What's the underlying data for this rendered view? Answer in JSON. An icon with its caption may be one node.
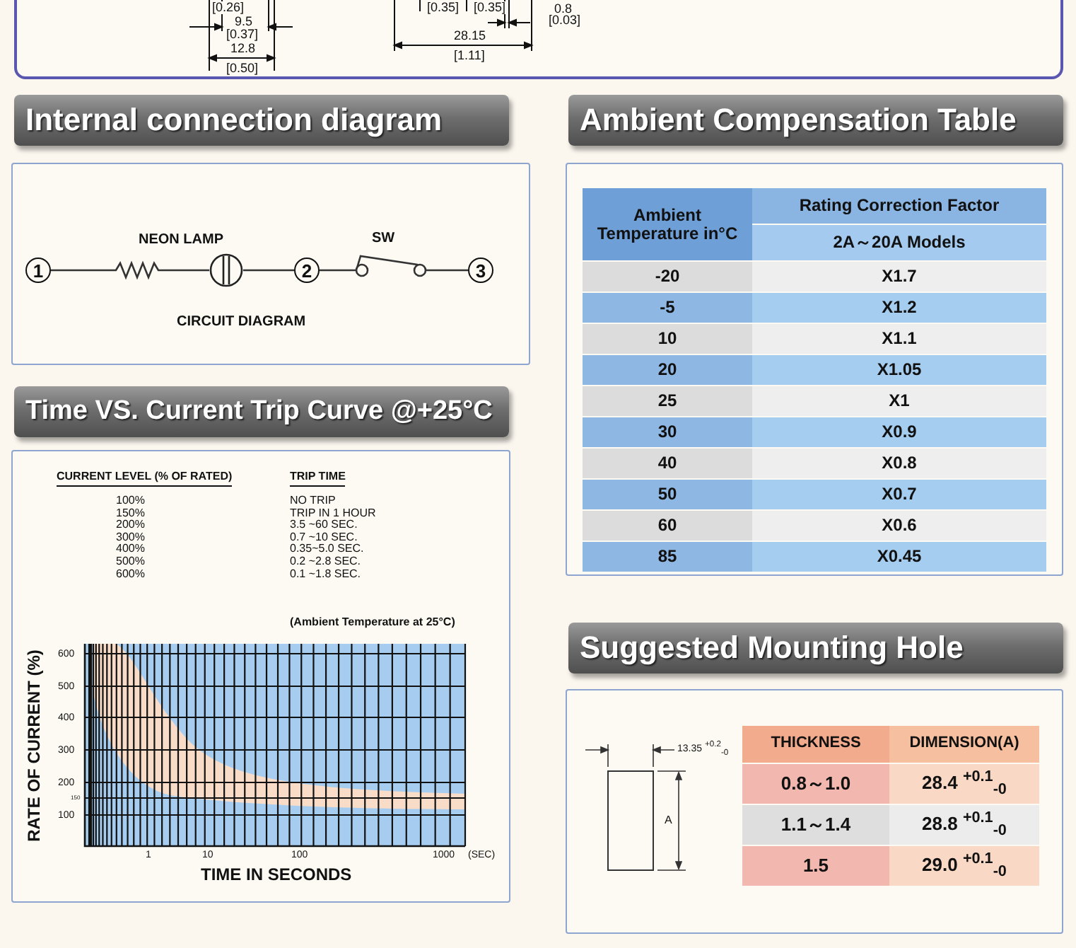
{
  "diagram": {
    "nodes": [
      {
        "text": [
          "1"
        ]
      },
      {
        "text": [],
        "shape": "circle",
        "beside": [
          "NEON LAMP"
        ]
      },
      {
        "text": [
          "2"
        ]
      },
      {
        "text": [
          "3"
        ]
      }
    ],
    "edges": [
      {
        "from": 0,
        "to": 1,
        "arrow": "none"
      },
      {
        "from": 1,
        "to": 2,
        "arrow": "none"
      },
      {
        "from": 2,
        "to": 3,
        "arrow": "none"
      }
    ],
    "labels": [
      "[0.26]",
      "9.5",
      "[0.37]",
      "12.8",
      "[0.50]",
      "[0.35]",
      "[0.35]",
      "0.8",
      "[0.03]",
      "28.15",
      "[1.11]",
      "Internal connection diagram",
      "Ambient Compensation Table",
      "SW",
      "CIRCUIT DIAGRAM",
      "Time VS. Current Trip Curve @+25°C",
      "CURRENT LEVEL (% OF RATED)",
      "TRIP TIME",
      "100%",
      "NO TRIP",
      "150%",
      "TRIP IN 1 HOUR",
      "200%",
      "3.5 ~60 SEC.",
      "300%",
      "0.7 ~10 SEC.",
      "400%",
      "0.35~5.0 SEC.",
      "500%",
      "0.2 ~2.8 SEC.",
      "600%",
      "0.1 ~1.8 SEC.",
      "(Ambient Temperature at 25°C)",
      "RATE OF CURRENT (%)",
      "600",
      "500",
      "400",
      "300",
      "200",
      "100",
      "150",
      "1",
      "10",
      "100",
      "1000",
      "(SEC)",
      "TIME IN SECONDS",
      "Ambient Temperature in°C",
      "Rating Correction Factor",
      "2A～20A Models",
      "-20",
      "X1.7",
      "-5",
      "X1.2",
      "10",
      "X1.1",
      "20",
      "X1.05",
      "25",
      "X1",
      "30",
      "X0.9",
      "40",
      "X0.8",
      "50",
      "X0.7",
      "60",
      "X0.6",
      "85",
      "X0.45",
      "Suggested Mounting Hole",
      "13.35 $^{+0.2}$$_{-0}$",
      "A",
      "THICKNESS",
      "DIMENSION(A)",
      "0.8～1.0",
      "28.4 $^{+0.1}$$_{-0}$",
      "1.1～1.4",
      "28.8 $^{+0.1}$$_{-0}$",
      "1.5",
      "29.0 $^{+0.1}$$_{-0}$"
    ]
  }
}
